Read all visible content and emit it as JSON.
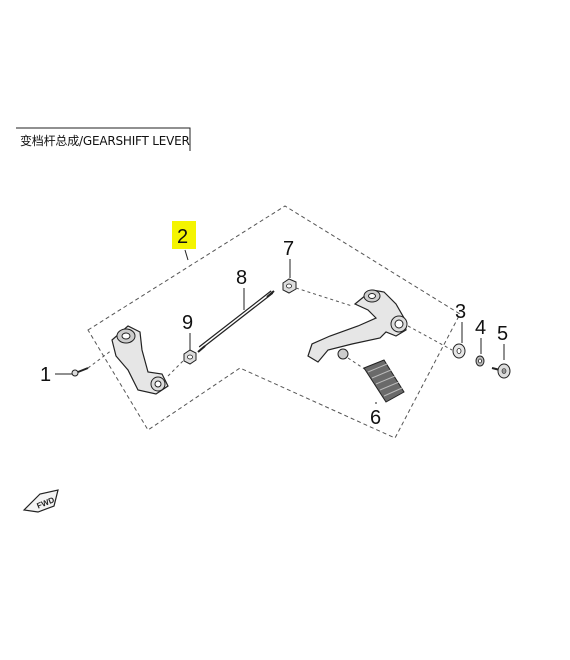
{
  "title": "变档杆总成/GEARSHIFT LEVER",
  "callouts": {
    "assembly": "2",
    "p1": "1",
    "p3": "3",
    "p4": "4",
    "p5": "5",
    "p6": "6",
    "p7": "7",
    "p8": "8",
    "p9": "9"
  },
  "direction_label": "FWD",
  "colors": {
    "highlight": "#f4f400",
    "line": "#222222",
    "part_fill": "#e6e6e6"
  }
}
